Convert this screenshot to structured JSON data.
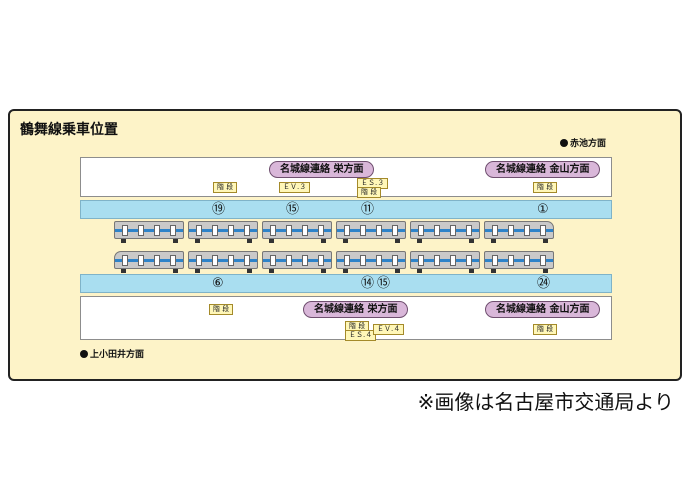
{
  "title": "鶴舞線乗車位置",
  "directions": {
    "top": "赤池方面",
    "bottom": "上小田井方面"
  },
  "top_side": {
    "pills": [
      "名城線連絡 栄方面",
      "名城線連絡 金山方面"
    ],
    "tags": [
      "階 段",
      "ＥＶ.３",
      "ＥＳ.３",
      "階 段",
      "階 段"
    ],
    "car_numbers": [
      "⑲",
      "⑮",
      "⑪",
      "①"
    ]
  },
  "bottom_side": {
    "car_numbers": [
      "⑥",
      "⑭",
      "⑮",
      "㉔"
    ],
    "pills": [
      "名城線連絡 栄方面",
      "名城線連絡 金山方面"
    ],
    "tags": [
      "階 段",
      "階 段",
      "ＥＳ.４",
      "ＥＶ.４",
      "階 段"
    ]
  },
  "caption": "※画像は名古屋市交通局より"
}
